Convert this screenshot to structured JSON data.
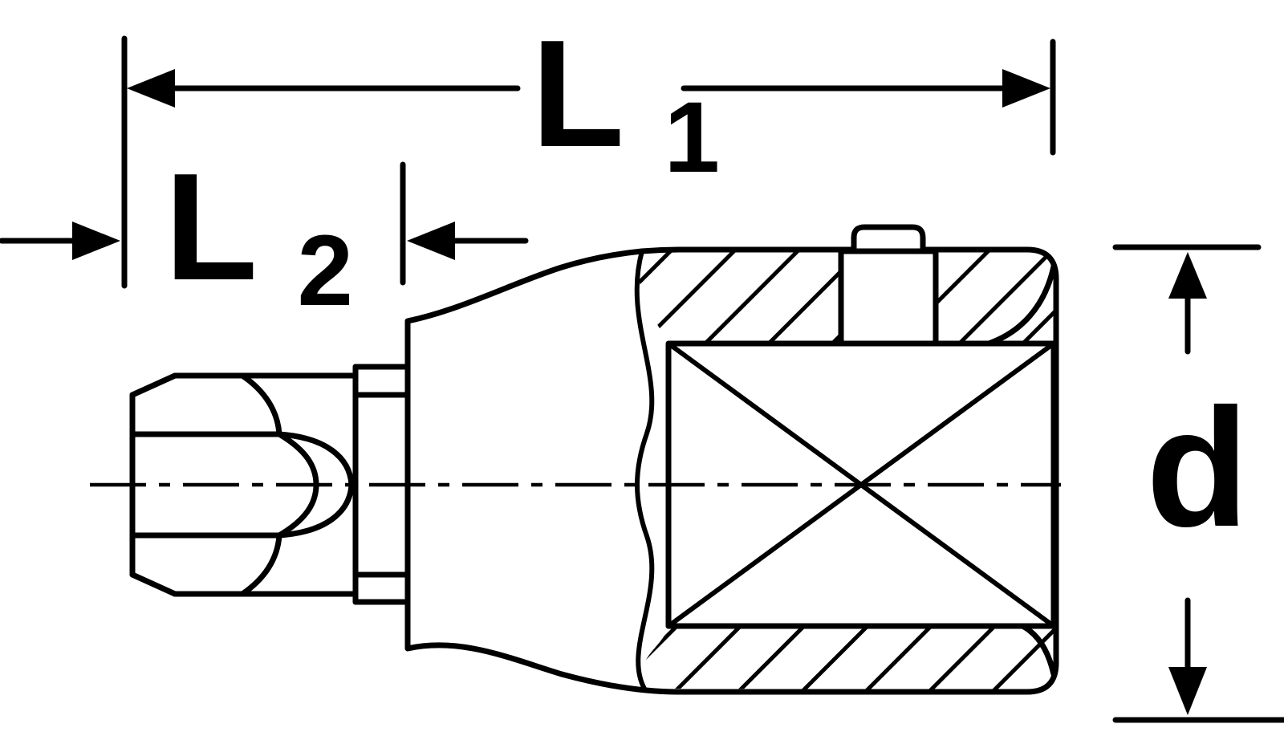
{
  "colors": {
    "line": "#000000",
    "background": "#ffffff"
  },
  "labels": {
    "l1": {
      "main": "L",
      "sub": "1"
    },
    "l2": {
      "main": "L",
      "sub": "2"
    },
    "d": {
      "main": "d"
    }
  }
}
